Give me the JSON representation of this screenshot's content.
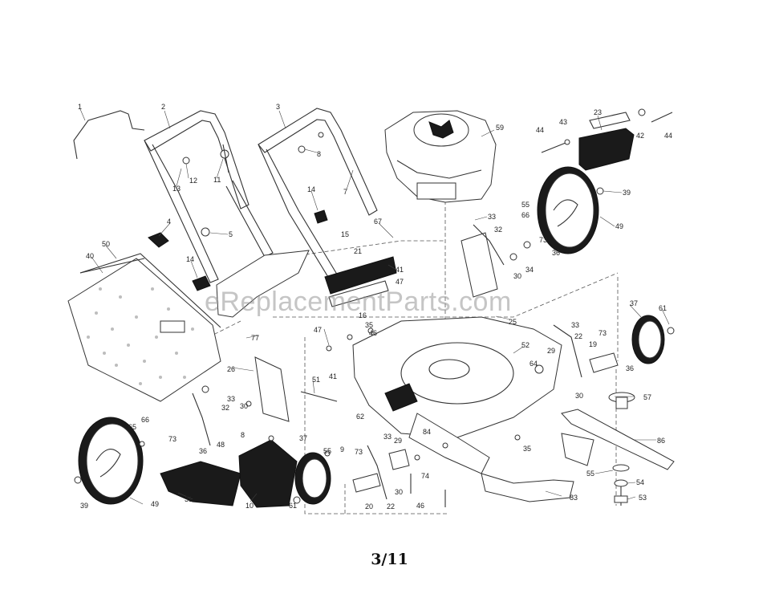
{
  "page_label": "3/11",
  "watermark": "eReplacementParts.com",
  "callouts": [
    {
      "id": "c1",
      "text": "1"
    },
    {
      "id": "c2",
      "text": "2"
    },
    {
      "id": "c3",
      "text": "3"
    },
    {
      "id": "c23",
      "text": "23"
    },
    {
      "id": "c44a",
      "text": "44"
    },
    {
      "id": "c43",
      "text": "43"
    },
    {
      "id": "c42",
      "text": "42"
    },
    {
      "id": "c44b",
      "text": "44"
    },
    {
      "id": "c59",
      "text": "59"
    },
    {
      "id": "c8",
      "text": "8"
    },
    {
      "id": "c12",
      "text": "12"
    },
    {
      "id": "c13",
      "text": "13"
    },
    {
      "id": "c11",
      "text": "11"
    },
    {
      "id": "c7",
      "text": "7"
    },
    {
      "id": "c14a",
      "text": "14"
    },
    {
      "id": "c39a",
      "text": "39"
    },
    {
      "id": "c4",
      "text": "4"
    },
    {
      "id": "c5",
      "text": "5"
    },
    {
      "id": "c67",
      "text": "67"
    },
    {
      "id": "c33a",
      "text": "33"
    },
    {
      "id": "c55a",
      "text": "55"
    },
    {
      "id": "c66a",
      "text": "66"
    },
    {
      "id": "c32a",
      "text": "32"
    },
    {
      "id": "c49a",
      "text": "49"
    },
    {
      "id": "c50",
      "text": "50"
    },
    {
      "id": "c40",
      "text": "40"
    },
    {
      "id": "c15",
      "text": "15"
    },
    {
      "id": "c21",
      "text": "21"
    },
    {
      "id": "c73a",
      "text": "73"
    },
    {
      "id": "c14b",
      "text": "14"
    },
    {
      "id": "c41a",
      "text": "41"
    },
    {
      "id": "c47a",
      "text": "47"
    },
    {
      "id": "c34",
      "text": "34"
    },
    {
      "id": "c36a",
      "text": "36"
    },
    {
      "id": "c30a",
      "text": "30"
    },
    {
      "id": "c37a",
      "text": "37"
    },
    {
      "id": "c61a",
      "text": "61"
    },
    {
      "id": "c77",
      "text": "77"
    },
    {
      "id": "c47b",
      "text": "47"
    },
    {
      "id": "c16",
      "text": "16"
    },
    {
      "id": "c35a",
      "text": "35"
    },
    {
      "id": "c46a",
      "text": "46"
    },
    {
      "id": "c25",
      "text": "25"
    },
    {
      "id": "c33b",
      "text": "33"
    },
    {
      "id": "c22a",
      "text": "22"
    },
    {
      "id": "c73b",
      "text": "73"
    },
    {
      "id": "c19",
      "text": "19"
    },
    {
      "id": "c36b",
      "text": "36"
    },
    {
      "id": "c52",
      "text": "52"
    },
    {
      "id": "c26",
      "text": "26"
    },
    {
      "id": "c51",
      "text": "51"
    },
    {
      "id": "c41b",
      "text": "41"
    },
    {
      "id": "c29a",
      "text": "29"
    },
    {
      "id": "c64",
      "text": "64"
    },
    {
      "id": "c30b",
      "text": "30"
    },
    {
      "id": "c57",
      "text": "57"
    },
    {
      "id": "c33c",
      "text": "33"
    },
    {
      "id": "c32b",
      "text": "32"
    },
    {
      "id": "c30c",
      "text": "30"
    },
    {
      "id": "c65",
      "text": "65"
    },
    {
      "id": "c66b",
      "text": "66"
    },
    {
      "id": "c73c",
      "text": "73"
    },
    {
      "id": "c48",
      "text": "48"
    },
    {
      "id": "c36c",
      "text": "36"
    },
    {
      "id": "c8b",
      "text": "8"
    },
    {
      "id": "c37b",
      "text": "37"
    },
    {
      "id": "c55b",
      "text": "55"
    },
    {
      "id": "c9",
      "text": "9"
    },
    {
      "id": "c62",
      "text": "62"
    },
    {
      "id": "c33d",
      "text": "33"
    },
    {
      "id": "c84",
      "text": "84"
    },
    {
      "id": "c29b",
      "text": "29"
    },
    {
      "id": "c73d",
      "text": "73"
    },
    {
      "id": "c35b",
      "text": "35"
    },
    {
      "id": "c86",
      "text": "86"
    },
    {
      "id": "c74",
      "text": "74"
    },
    {
      "id": "c55c",
      "text": "55"
    },
    {
      "id": "c54",
      "text": "54"
    },
    {
      "id": "c39b",
      "text": "39"
    },
    {
      "id": "c49b",
      "text": "49"
    },
    {
      "id": "c31",
      "text": "31"
    },
    {
      "id": "c10",
      "text": "10"
    },
    {
      "id": "c61b",
      "text": "61"
    },
    {
      "id": "c20",
      "text": "20"
    },
    {
      "id": "c22b",
      "text": "22"
    },
    {
      "id": "c30d",
      "text": "30"
    },
    {
      "id": "c46b",
      "text": "46"
    },
    {
      "id": "c83",
      "text": "83"
    },
    {
      "id": "c53",
      "text": "53"
    }
  ]
}
